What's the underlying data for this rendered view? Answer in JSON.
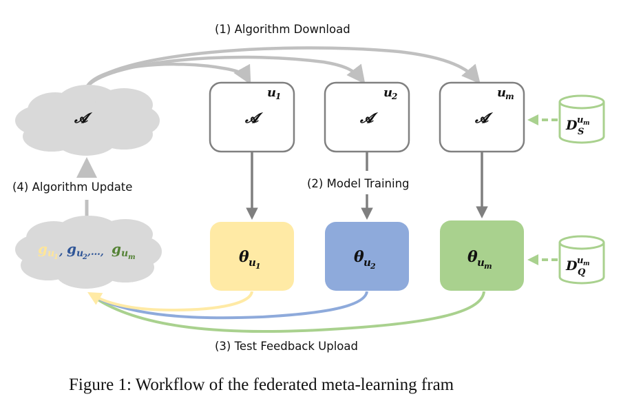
{
  "colors": {
    "cloud": "#d9d9d9",
    "download_arrow": "#c0c0c0",
    "client_border": "#808080",
    "train_arrow": "#7f7f7f",
    "u1": "#ffeaa5",
    "u2": "#8eaadb",
    "um": "#a9d18e",
    "g_u1_text": "#ffe699",
    "g_u2_text": "#2f5597",
    "g_um_text": "#548235",
    "dataset_border": "#a9d18e"
  },
  "steps": {
    "download": "(1) Algorithm Download",
    "training": "(2) Model Training",
    "feedback": "(3) Test Feedback Upload",
    "update": "(4) Algorithm Update"
  },
  "server": {
    "algorithm_symbol": "𝓐",
    "gradients": {
      "g": "g",
      "sub1": "u",
      "sub1_idx": "1",
      "sub2": "u",
      "sub2_idx": "2",
      "sep": ",",
      "ellipsis": ",…,",
      "subm": "u",
      "subm_idx": "m"
    }
  },
  "clients": [
    {
      "label": "u",
      "label_idx": "1",
      "algorithm": "𝓐",
      "theta": "θ",
      "theta_sub": "u",
      "theta_sub_idx": "1"
    },
    {
      "label": "u",
      "label_idx": "2",
      "algorithm": "𝓐",
      "theta": "θ",
      "theta_sub": "u",
      "theta_sub_idx": "2"
    },
    {
      "label": "u",
      "label_idx": "m",
      "algorithm": "𝓐",
      "theta": "θ",
      "theta_sub": "u",
      "theta_sub_idx": "m"
    }
  ],
  "datasets": {
    "support": {
      "base": "D",
      "sup": "u",
      "sup_idx": "m",
      "sub": "S"
    },
    "query": {
      "base": "D",
      "sup": "u",
      "sup_idx": "m",
      "sub": "Q"
    }
  },
  "caption": "Figure 1: Workflow of the federated meta-learning fram"
}
